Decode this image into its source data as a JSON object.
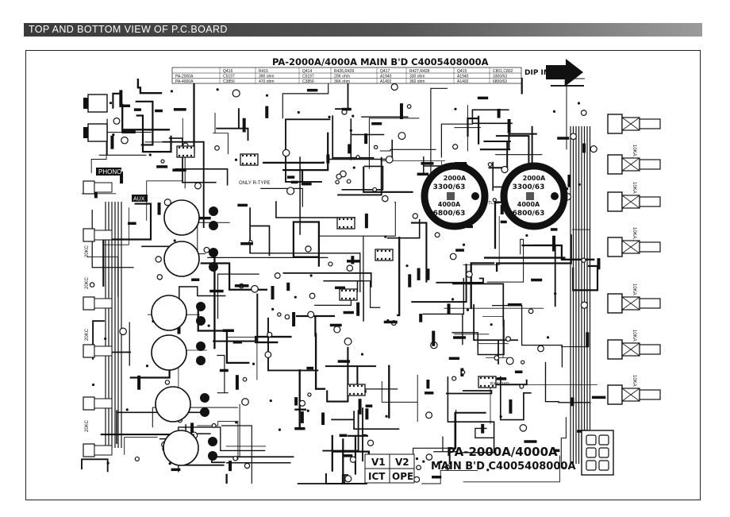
{
  "header": {
    "title": "TOP AND BOTTOM VIEW OF P.C.BOARD"
  },
  "board": {
    "top_title": "PA-2000A/4000A MAIN B'D C4005408000A",
    "bottom_title_line1": "PA-2000A/4000A",
    "bottom_title_line2": "MAIN B'D C4005408000A",
    "dip_in": "DIP IN",
    "phono": "PHONO",
    "aux": "AUX",
    "only_r_type": "ONLY R-TYPE",
    "ic_label": "BX4424D",
    "opt_label": "OPTL3K"
  },
  "parts_table": {
    "headers": [
      "",
      "Q416",
      "R415",
      "Q414",
      "R426,R429",
      "Q417",
      "R427,R428",
      "Q415",
      "C801,C802"
    ],
    "rows": [
      [
        "PA-2000A",
        "C5197",
        "390 ohm",
        "C5197",
        "20K ohm",
        "A1940",
        "330 ohm",
        "A1940",
        "3300/63"
      ],
      [
        "PA-4000A",
        "C3856",
        "470 ohm",
        "C3856",
        "36K ohm",
        "A1492",
        "360 ohm",
        "A1492",
        "6800/63"
      ]
    ]
  },
  "capacitors": [
    {
      "model_a": "2000A",
      "value_a": "3300/63",
      "model_b": "4000A",
      "value_b": "6800/63"
    },
    {
      "model_a": "2000A",
      "value_a": "3300/63",
      "model_b": "4000A",
      "value_b": "6800/63"
    }
  ],
  "volume_pots": [
    "10KA",
    "10KA",
    "10KA",
    "10KA",
    "10KA",
    "10KA"
  ],
  "tone_pots": [
    "20KC",
    "20KC",
    "20KC",
    "20KC"
  ],
  "version_box": {
    "v1": "V1",
    "v2": "V2",
    "ict": "ICT",
    "ope": "OPE"
  },
  "colors": {
    "banner": "#444444",
    "trace": "#111111",
    "board_bg": "#ffffff"
  }
}
